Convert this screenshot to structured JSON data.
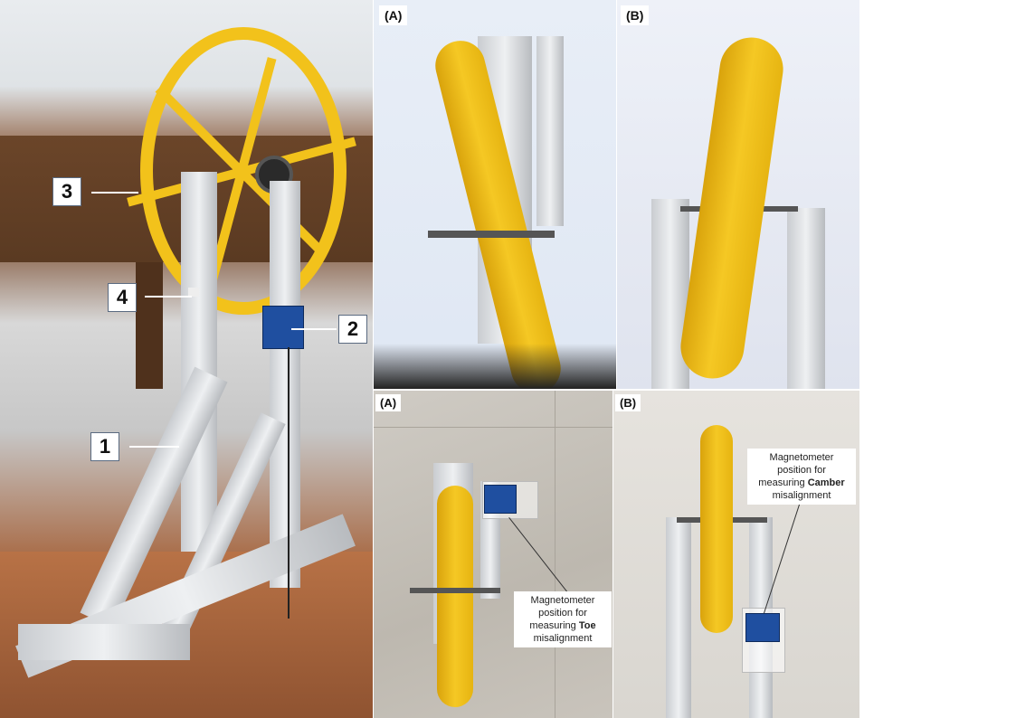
{
  "figure": {
    "main_photo": {
      "description": "Wheel alignment test rig with yellow wheel mounted on aluminium frame",
      "labels": [
        {
          "id": "1",
          "text": "1"
        },
        {
          "id": "2",
          "text": "2"
        },
        {
          "id": "3",
          "text": "3"
        },
        {
          "id": "4",
          "text": "4"
        }
      ]
    },
    "top_left_panel": {
      "label": "(A)"
    },
    "top_right_panel": {
      "label": "(B)"
    },
    "bottom_left_panel": {
      "label": "(A)",
      "callout": {
        "line1": "Magnetometer",
        "line2": "position for",
        "line3_prefix": "measuring ",
        "line3_bold": "Toe",
        "line4": "misalignment"
      }
    },
    "bottom_right_panel": {
      "label": "(B)",
      "callout": {
        "line1": "Magnetometer",
        "line2": "position for",
        "line3_prefix": "measuring ",
        "line3_bold": "Camber",
        "line4": "misalignment"
      }
    },
    "colors": {
      "wheel": "#f2c21b",
      "frame": "#d4d7da",
      "board": "#1f4fa0"
    }
  }
}
